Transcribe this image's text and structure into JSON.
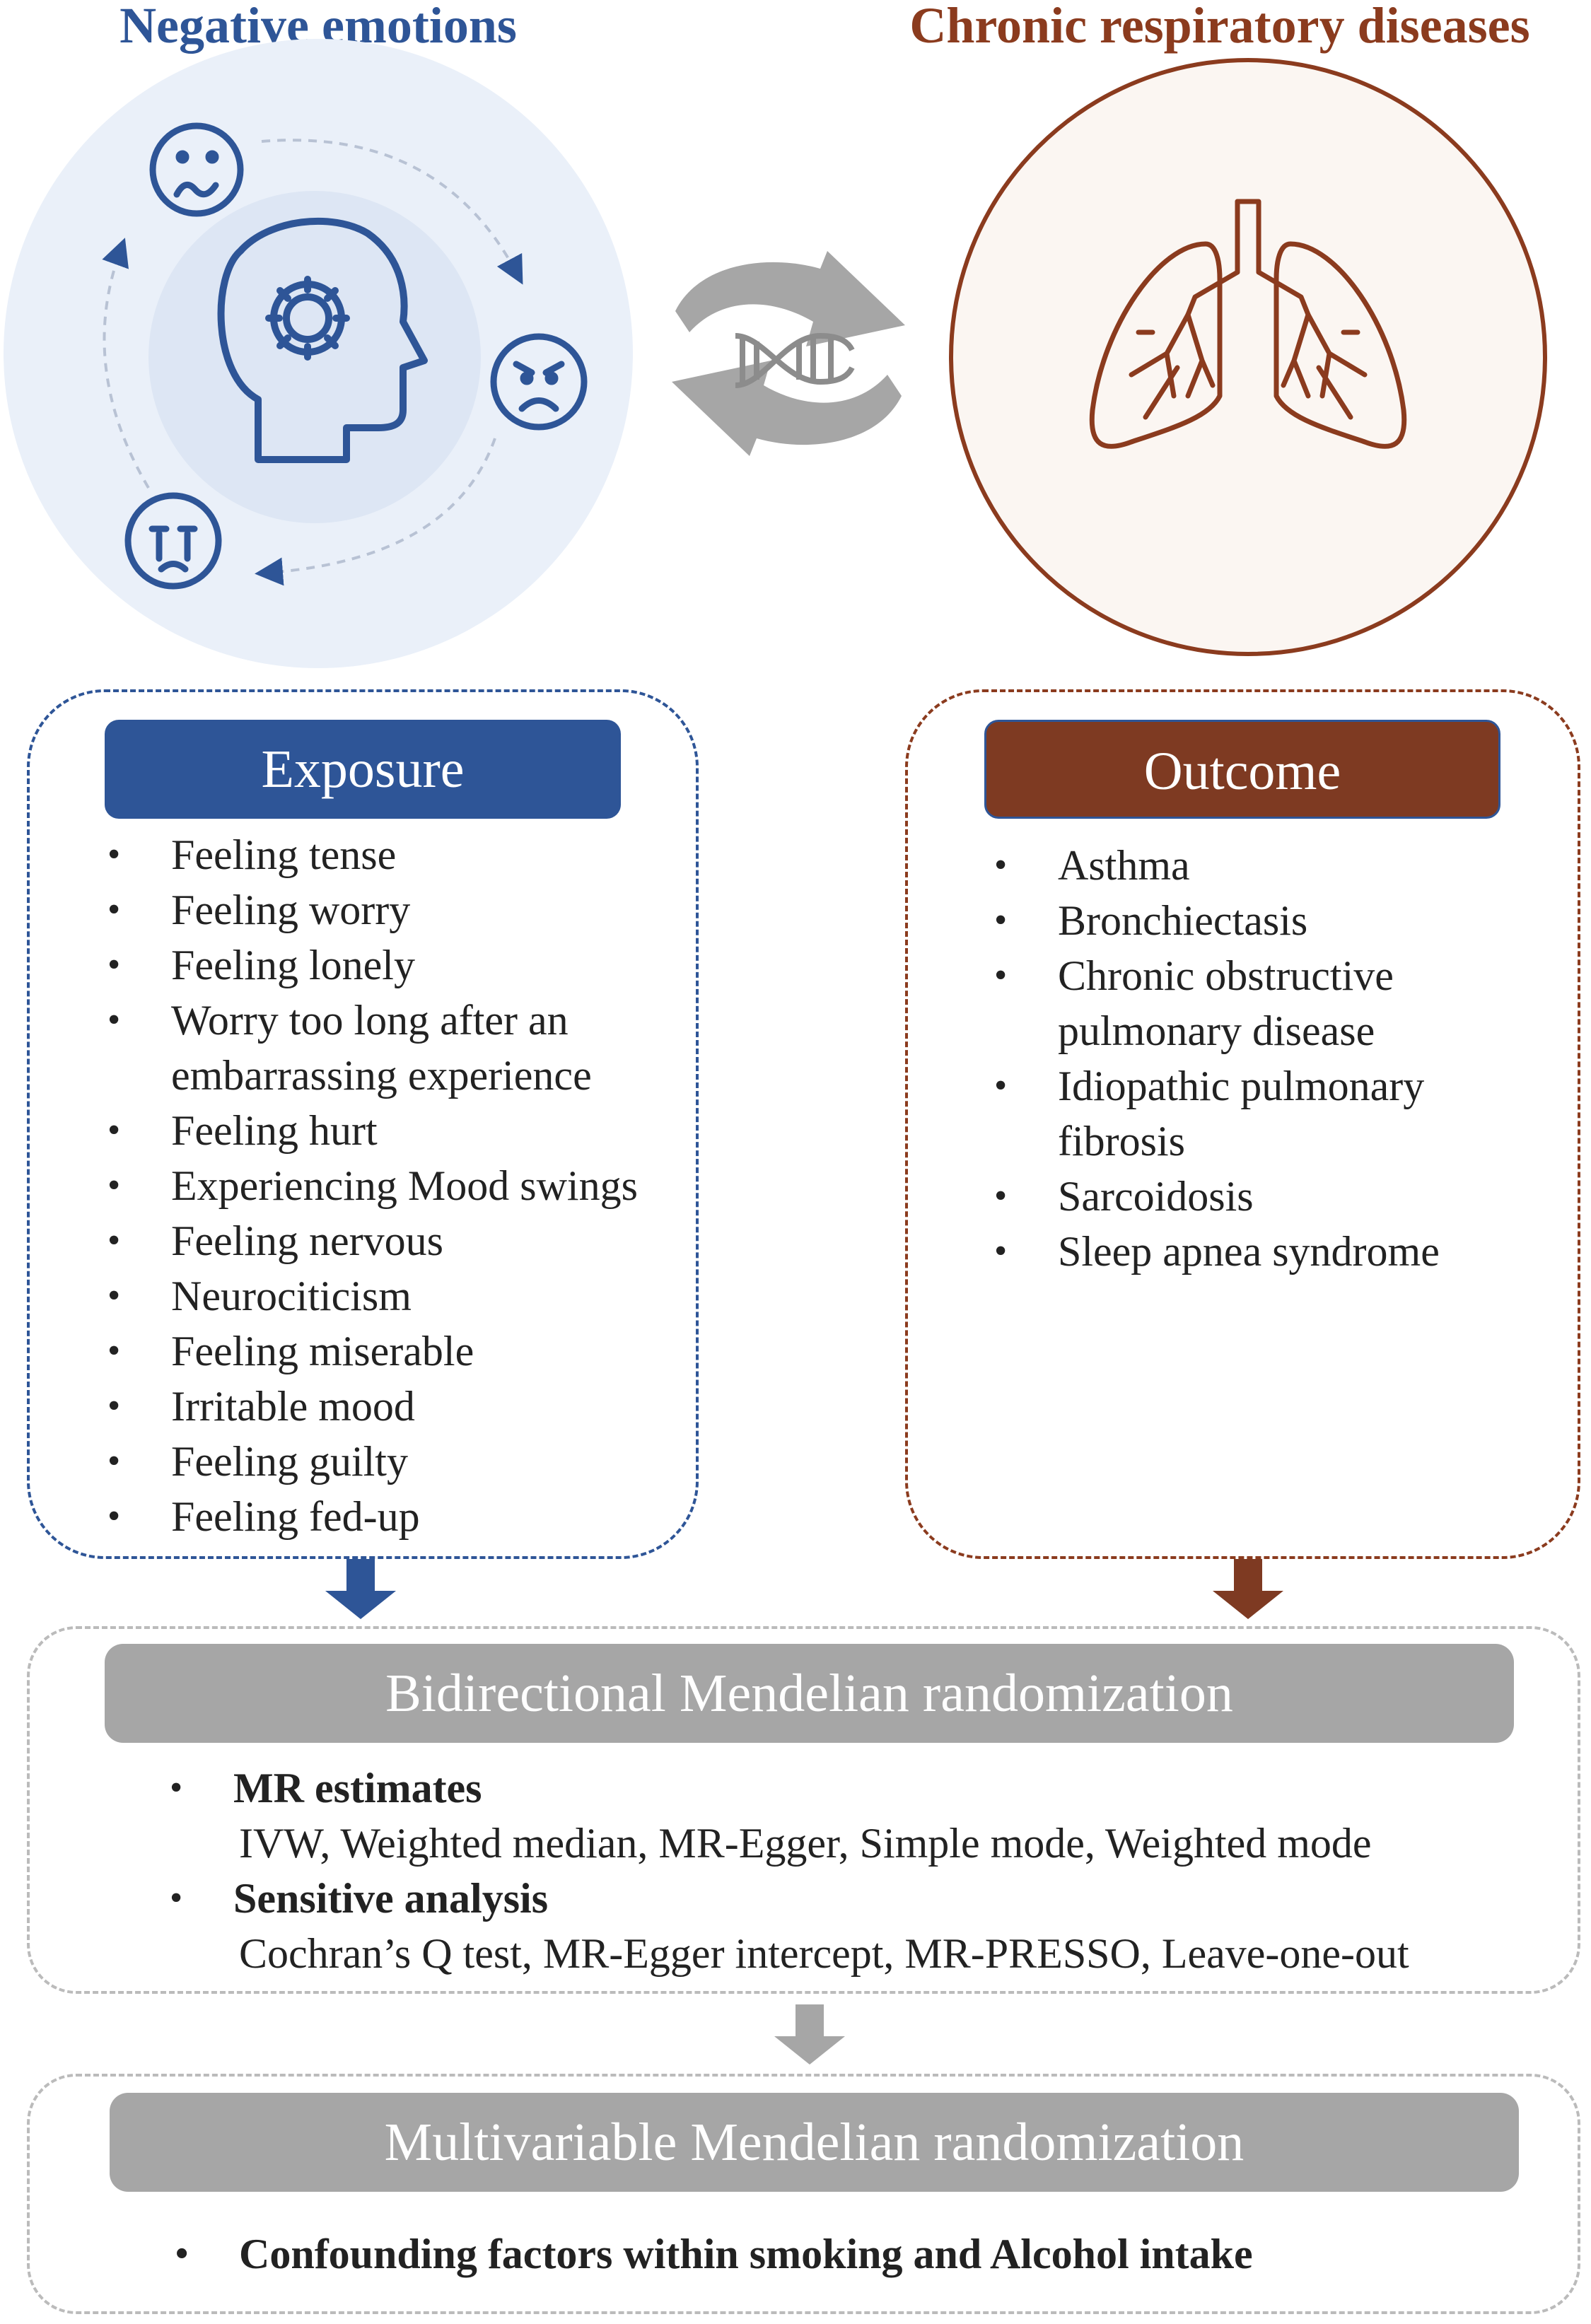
{
  "titles": {
    "left": "Negative emotions",
    "right": "Chronic respiratory diseases"
  },
  "colors": {
    "blue": "#2e5597",
    "brown": "#7e3a22",
    "gray": "#a6a6a6",
    "light_blue_circle": "#eaf0f9",
    "light_brown_circle": "#fbf6f2"
  },
  "icons": [
    "head-gear-icon",
    "sad-face-icon",
    "angry-face-icon",
    "crying-face-icon",
    "dna-icon",
    "bidirectional-arrows-icon",
    "lungs-icon"
  ],
  "exposure": {
    "header": "Exposure",
    "items": [
      "Feeling tense",
      "Feeling worry",
      "Feeling lonely",
      "Worry too long after an embarrassing experience",
      "Feeling hurt",
      "Experiencing Mood swings",
      "Feeling nervous",
      "Neurociticism",
      "Feeling miserable",
      "Irritable mood",
      "Feeling guilty",
      "Feeling fed-up"
    ]
  },
  "outcome": {
    "header": "Outcome",
    "items": [
      "Asthma",
      "Bronchiectasis",
      "Chronic obstructive pulmonary disease",
      "Idiopathic pulmonary fibrosis",
      "Sarcoidosis",
      "Sleep apnea syndrome"
    ]
  },
  "bidirectional_mr": {
    "header": "Bidirectional Mendelian randomization",
    "sections": [
      {
        "title": "MR estimates",
        "detail": "IVW, Weighted median, MR-Egger, Simple mode, Weighted mode"
      },
      {
        "title": "Sensitive analysis",
        "detail": "Cochran’s Q test, MR-Egger intercept, MR-PRESSO, Leave-one-out"
      }
    ]
  },
  "multivariable_mr": {
    "header": "Multivariable Mendelian randomization",
    "item": "Confounding factors within smoking and Alcohol intake"
  }
}
